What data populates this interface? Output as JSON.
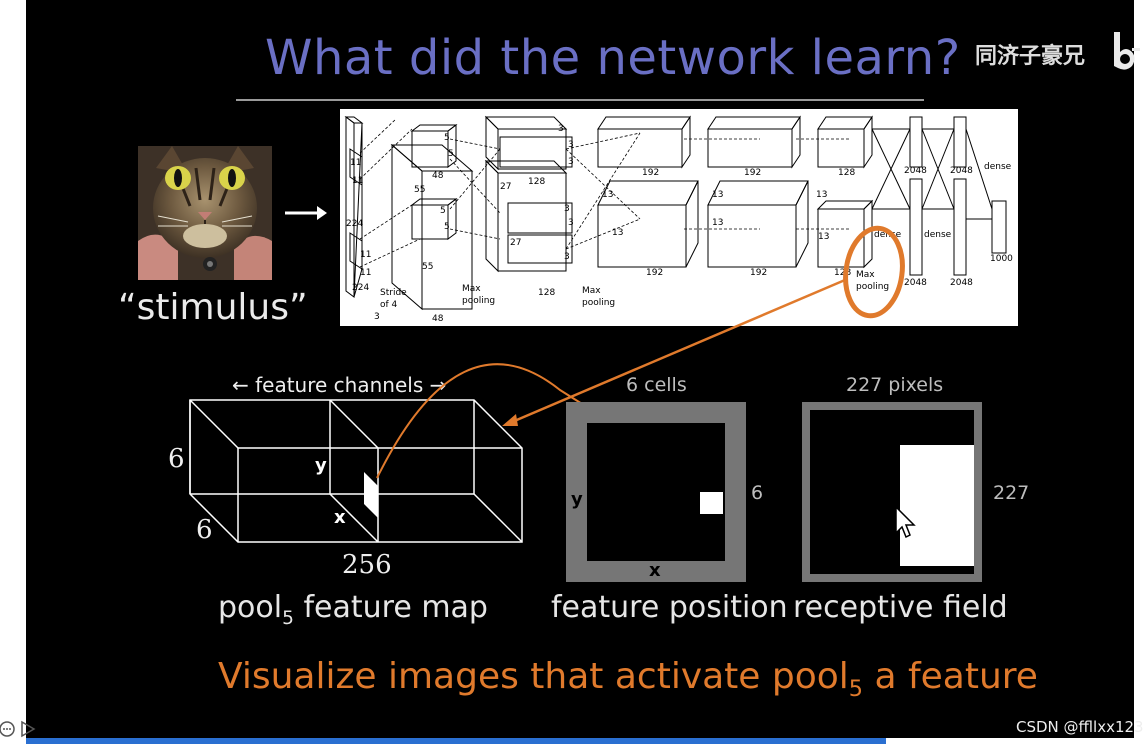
{
  "slide": {
    "title": "What did the network learn?",
    "watermark": "同济子豪兄",
    "stimulus_label": "“stimulus”",
    "csdn": "CSDN @ffllxx123"
  },
  "architecture": {
    "labels": {
      "k11a": "11",
      "k11b": "11",
      "in224": "224",
      "k11c": "11",
      "k11d": "11",
      "in224b": "224",
      "stride": "Stride",
      "of4": "of 4",
      "three": "3",
      "c5a": "5",
      "c5b": "5",
      "c48a": "48",
      "c55a": "55",
      "c5c": "5",
      "c5d": "5",
      "c55b": "55",
      "c48b": "48",
      "c27a": "27",
      "c128a": "128",
      "c27b": "27",
      "c128b": "128",
      "c3a": "3",
      "c3b": "3",
      "c3c": "3",
      "c3d": "3",
      "c3e": "3",
      "c3f": "3",
      "c192a": "192",
      "c13a": "13",
      "c13b": "13",
      "c192b": "192",
      "c192c": "192",
      "c13c": "13",
      "c13d": "13",
      "c192d": "192",
      "c128c": "128",
      "c13e": "13",
      "c13f": "13",
      "c128d": "128",
      "maxpool": "Max",
      "pooling": "pooling",
      "maxpool2": "Max",
      "pooling2": "pooling",
      "maxpool3": "Max",
      "pooling3": "pooling",
      "d2048a": "2048",
      "d2048b": "2048",
      "d2048c": "2048",
      "d2048d": "2048",
      "dense1": "dense",
      "dense2": "dense",
      "dense3": "dense",
      "d1000": "1000"
    }
  },
  "feature_map": {
    "header": "← feature channels →",
    "dim_height": "6",
    "dim_depth": "6",
    "dim_channels": "256",
    "axis_y": "y",
    "axis_x": "x",
    "caption_pre": "pool",
    "caption_sub": "5",
    "caption_post": " feature map"
  },
  "feature_position": {
    "header": "6 cells",
    "side": "6",
    "axis_y": "y",
    "axis_x": "x",
    "caption": "feature position"
  },
  "receptive_field": {
    "header": "227 pixels",
    "side": "227",
    "caption": "receptive field"
  },
  "bottom_text": {
    "pre": "Visualize images that activate pool",
    "sub": "5",
    "post": " a feature"
  },
  "colors": {
    "title": "#6a6fc4",
    "accent": "#e07a2c",
    "frame_gray": "#767676"
  }
}
